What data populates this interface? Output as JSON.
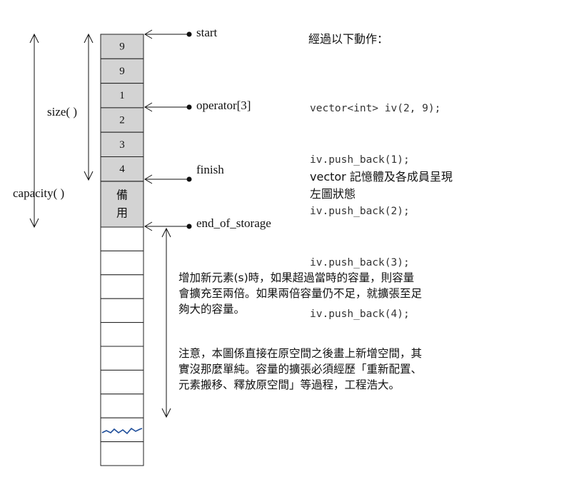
{
  "cells": [
    "9",
    "9",
    "1",
    "2",
    "3",
    "4"
  ],
  "reserve_label": [
    "備",
    "用"
  ],
  "empty_cells": 10,
  "pointers": {
    "start": "start",
    "operator": "operator[3]",
    "finish": "finish",
    "end_of_storage": "end_of_storage"
  },
  "dimension_labels": {
    "size": "size( )",
    "capacity": "capacity( )"
  },
  "heading": "經過以下動作：",
  "code_lines": [
    "vector<int> iv(2, 9);",
    "iv.push_back(1);",
    "iv.push_back(2);",
    "iv.push_back(3);",
    "iv.push_back(4);"
  ],
  "memory_note_lines": [
    "vector 記憶體及各成員呈現",
    "左圖狀態"
  ],
  "growth_note_lines": [
    "增加新元素(s)時，如果超過當時的容量，則容量",
    "會擴充至兩倍。如果兩倍容量仍不足，就擴張至足",
    "夠大的容量。"
  ],
  "caution_note_lines": [
    "注意，本圖係直接在原空間之後畫上新增空間，其",
    "實沒那麼單純。容量的擴張必須經歷「重新配置、",
    "元素搬移、釋放原空間」等過程，工程浩大。"
  ],
  "colors": {
    "used_fill": "#d3d3d3",
    "border": "#222222",
    "squiggle": "#1f4e9a"
  }
}
